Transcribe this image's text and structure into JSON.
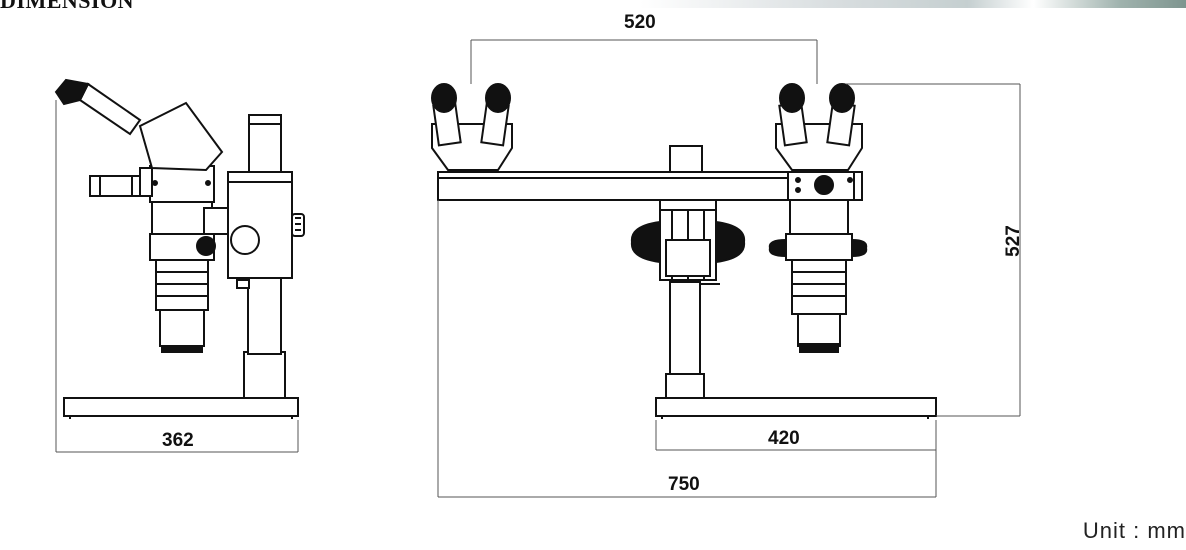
{
  "heading": "DIMENSION",
  "dimensions": {
    "side_base_width": "362",
    "eyepiece_spacing": "520",
    "overall_height": "527",
    "front_base_width": "420",
    "overall_width": "750"
  },
  "unit_label": "Unit : mm",
  "colors": {
    "line": "#111111",
    "dimension_line": "#555555",
    "knob": "#1a1a1a"
  }
}
